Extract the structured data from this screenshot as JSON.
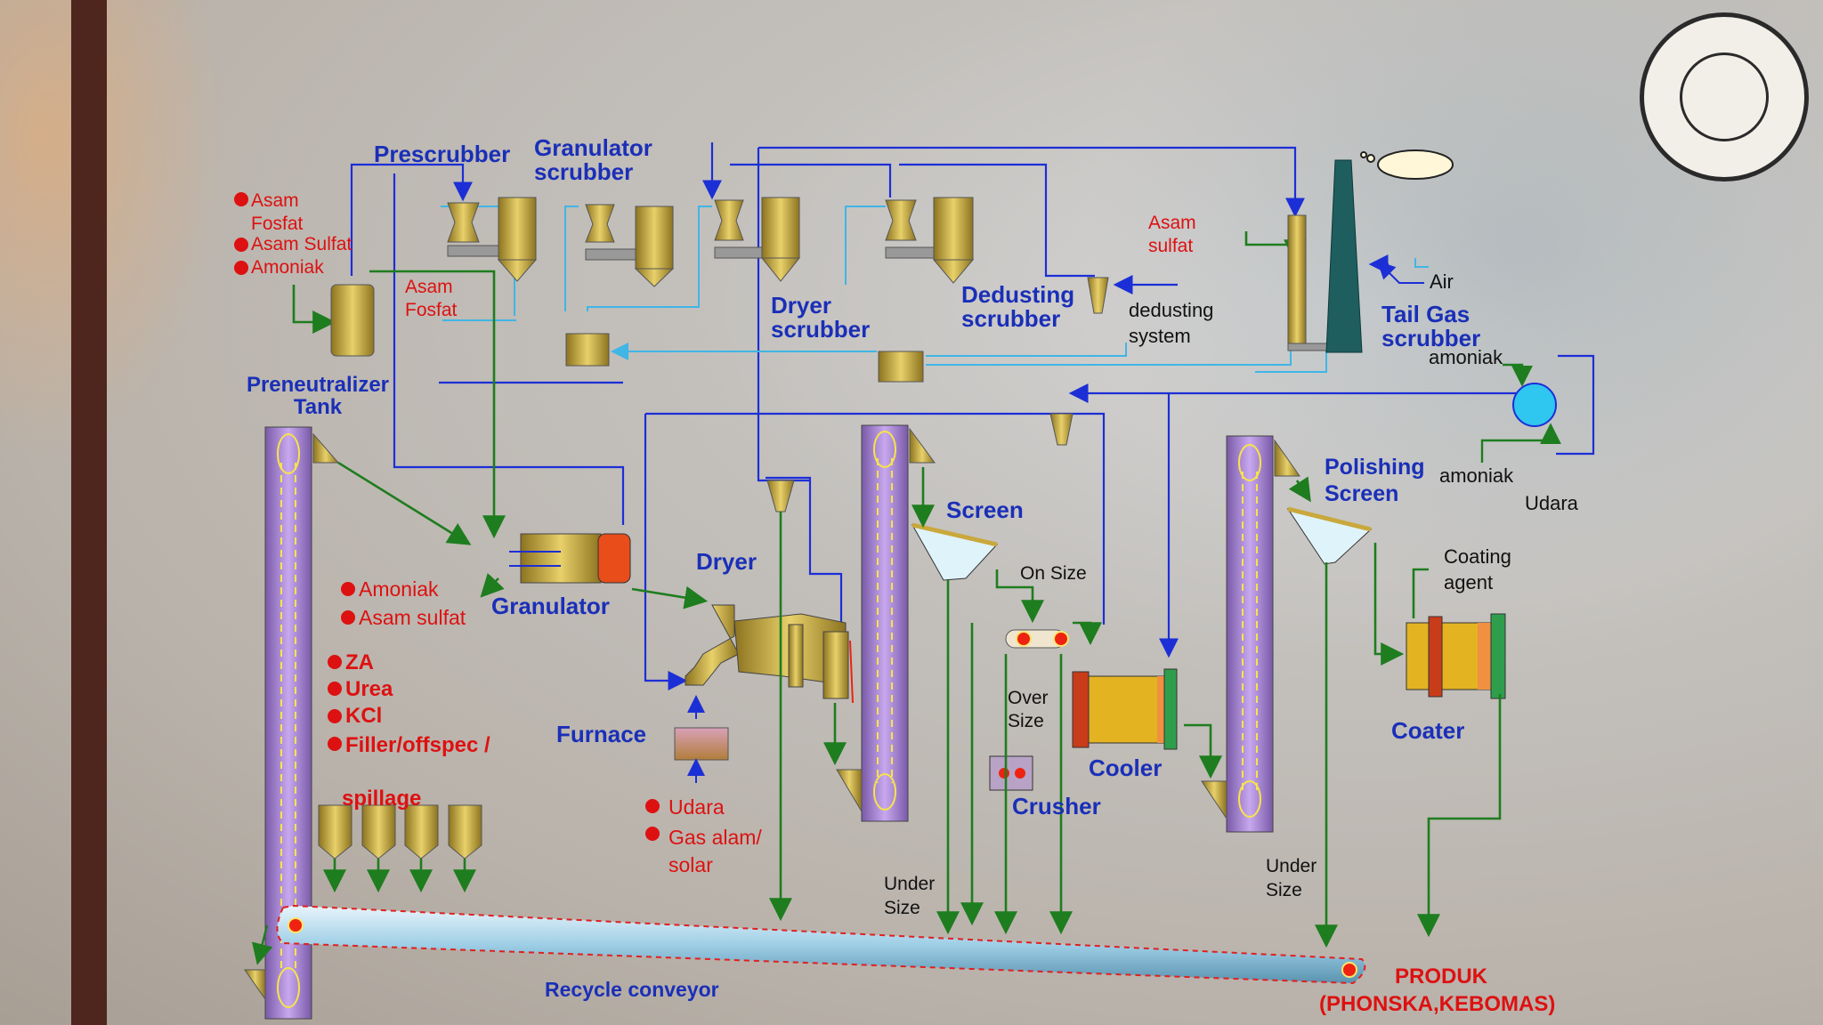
{
  "labels": {
    "prescrubber": "Prescrubber",
    "granulator_scrubber": "Granulator scrubber",
    "dryer_scrubber": "Dryer scrubber",
    "dedusting_scrubber": "Dedusting scrubber",
    "dedusting_system": "dedusting system",
    "tail_gas_scrubber": "Tail Gas scrubber",
    "asam_sulfat_top": "Asam sulfat",
    "air": "Air",
    "amoniak_top": "amoniak",
    "amoniak_mid": "amoniak",
    "udara_right": "Udara",
    "asam_fosfat_tank": "Asam Fosfat",
    "feed_asam_fosfat": "Asam Fosfat",
    "feed_asam_sulfat": "Asam Sulfat",
    "feed_amoniak": "Amoniak",
    "preneutralizer_tank": "Preneutralizer Tank",
    "granulator": "Granulator",
    "gran_amoniak": "Amoniak",
    "gran_asam_sulfat": "Asam sulfat",
    "dryer": "Dryer",
    "furnace": "Furnace",
    "furnace_udara": "Udara",
    "furnace_gas": "Gas alam/ solar",
    "screen": "Screen",
    "on_size": "On Size",
    "over_size": "Over Size",
    "crusher": "Crusher",
    "cooler": "Cooler",
    "polishing_screen": "Polishing Screen",
    "coating_agent": "Coating agent",
    "coater": "Coater",
    "under_size_1": "Under Size",
    "under_size_2": "Under Size",
    "recycle_conveyor": "Recycle conveyor",
    "produk": "PRODUK",
    "produk_sub": "(PHONSKA,KEBOMAS)",
    "raw_za": "ZA",
    "raw_urea": "Urea",
    "raw_kcl": "KCl",
    "raw_filler": "Filler/offspec /",
    "raw_spillage": "spillage"
  },
  "colors": {
    "vapor_line": "#1c2fd6",
    "light_line": "#3fb6e6",
    "solid_line": "#1e7d1e",
    "vessel": "#c9a83c",
    "elevator": "#9b78c8",
    "label_blue": "#1a2fb8",
    "label_red": "#dd1111"
  },
  "icons": [
    "logo-seal-icon",
    "cloud-icon",
    "chimney-icon",
    "hopper-icon",
    "elevator-icon"
  ]
}
